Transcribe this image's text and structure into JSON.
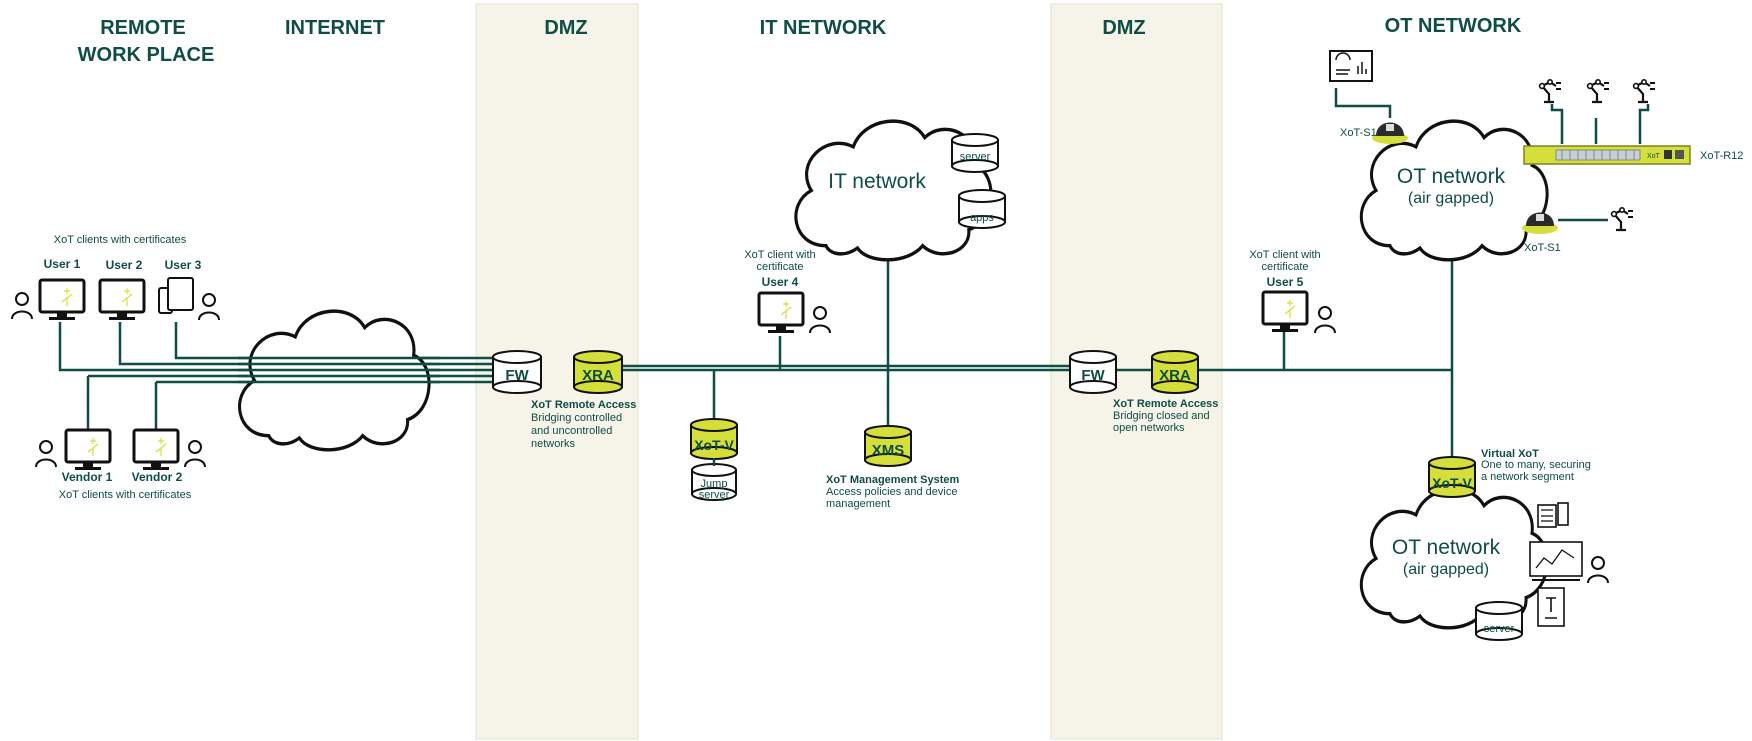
{
  "colors": {
    "accent": "#d4df3b",
    "ink": "#0f4d45",
    "dmz_band": "#f6f4e8",
    "white": "#ffffff"
  },
  "zones": {
    "remote_line1": "REMOTE",
    "remote_line2": "WORK PLACE",
    "internet": "INTERNET",
    "dmz1": "DMZ",
    "it_network": "IT NETWORK",
    "dmz2": "DMZ",
    "ot_network": "OT NETWORK"
  },
  "remote": {
    "clients_top": "XoT clients with certificates",
    "user1": "User 1",
    "user2": "User 2",
    "user3": "User 3",
    "vendor1": "Vendor 1",
    "vendor2": "Vendor 2",
    "clients_bottom": "XoT clients with certificates"
  },
  "dmz1": {
    "fw": "FW",
    "xra": "XRA",
    "title": "XoT Remote Access",
    "line1": "Bridging controlled",
    "line2": "and uncontrolled",
    "line3": "networks"
  },
  "it": {
    "cloud": "IT network",
    "server": "server",
    "apps": "apps",
    "client_line1": "XoT client with",
    "client_line2": "certificate",
    "user4": "User 4",
    "xotv": "XoT-V",
    "jump_line1": "Jump",
    "jump_line2": "server",
    "xms": "XMS",
    "xms_title": "XoT Management System",
    "xms_line1": "Access policies and device",
    "xms_line2": "management"
  },
  "dmz2": {
    "fw": "FW",
    "xra": "XRA",
    "title": "XoT Remote Access",
    "line1": "Bridging closed and",
    "line2": "open networks",
    "client_line1": "XoT client with",
    "client_line2": "certificate",
    "user5": "User 5"
  },
  "ot": {
    "cloud1_line1": "OT network",
    "cloud1_line2": "(air gapped)",
    "s1_top": "XoT-S1",
    "s1_bottom": "XoT-S1",
    "r12": "XoT-R12",
    "device_brand": "XoT",
    "virtual_title": "Virtual XoT",
    "virtual_line1": "One to many, securing",
    "virtual_line2": "a network segment",
    "xotv": "XoT-V",
    "cloud2_line1": "OT network",
    "cloud2_line2": "(air gapped)",
    "server": "server"
  }
}
